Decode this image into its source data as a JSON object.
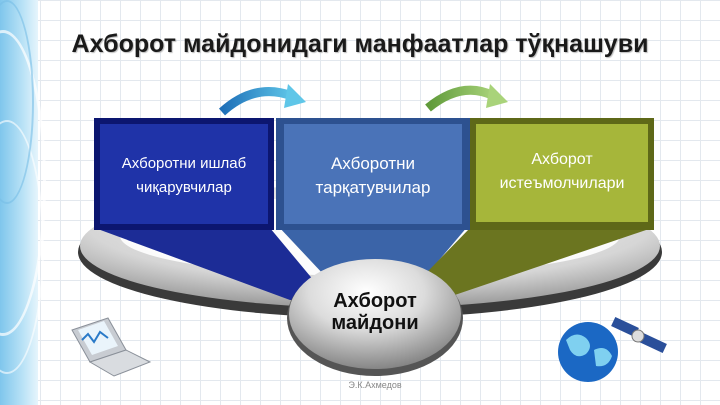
{
  "title": "Ахборот майдонидаги манфаатлар тўқнашуви",
  "boxes": [
    {
      "line1": "Ахборотни ишлаб",
      "line2": "чиқарувчилар",
      "color": "#1c2c96"
    },
    {
      "line1": "Ахборотни",
      "line2": "тарқатувчилар",
      "color": "#3b64a8"
    },
    {
      "line1": "Ахборот",
      "line2": "истеъмолчилари",
      "color": "#8c9a2a"
    }
  ],
  "center": {
    "line1": "Ахборот",
    "line2": "майдони"
  },
  "author": "Э.К.Ахмедов",
  "icons": [
    "laptop-icon",
    "globe-satellite-icon",
    "curved-arrow-icon"
  ]
}
